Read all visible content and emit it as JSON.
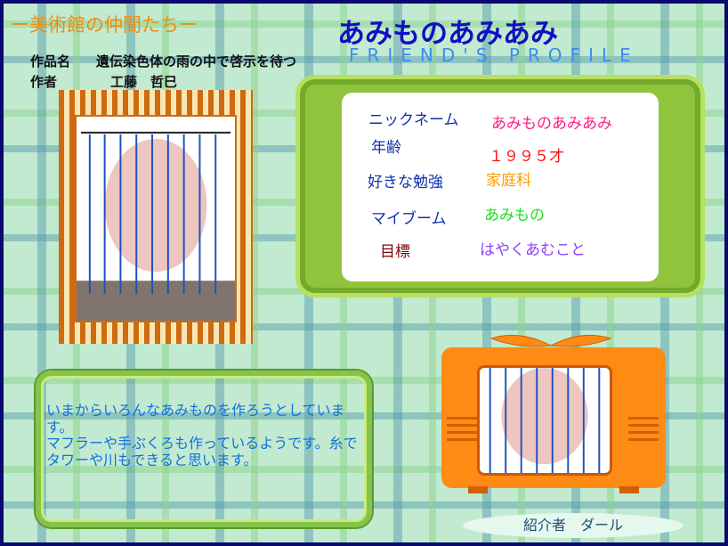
{
  "header": {
    "series": "ー美術館の仲間たちー",
    "title": "あみものあみあみ",
    "subtitle": "FRIEND'S PROFILE"
  },
  "work": {
    "title_label": "作品名",
    "title": "遺伝染色体の雨の中で啓示を待つ",
    "author_label": "作者",
    "author": "工藤　哲巳"
  },
  "profile": [
    {
      "label": "ニックネーム",
      "value": "あみものあみあみ",
      "color": "#ff2080"
    },
    {
      "label": "年齢",
      "value": "１９９５才",
      "color": "#ff1010"
    },
    {
      "label": "好きな勉強",
      "value": "家庭科",
      "color": "#ff9a00"
    },
    {
      "label": "マイブーム",
      "value": "あみもの",
      "color": "#20e020"
    },
    {
      "label": "目標",
      "value": "はやくあむこと",
      "color": "#9040ff"
    }
  ],
  "message": [
    "いまからいろんなあみものを作ろうとしています。",
    "マフラーや手ぶくろも作っているようです。糸でタワーや川もできると思います。"
  ],
  "introducer": "紹介者　ダール"
}
